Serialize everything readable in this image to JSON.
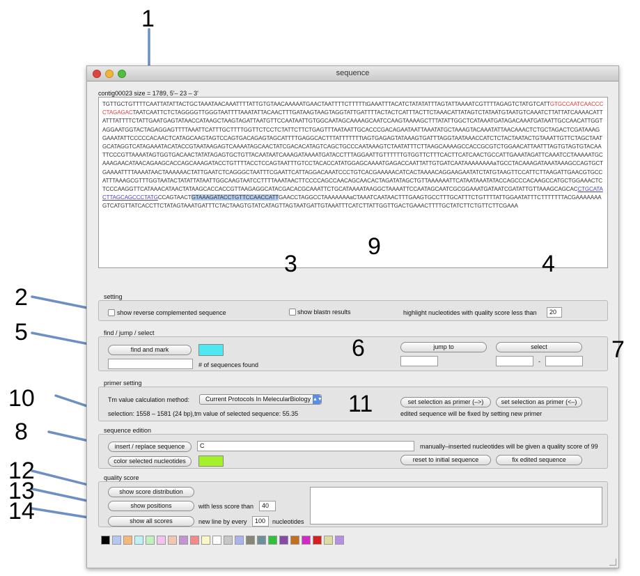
{
  "window": {
    "title": "sequence"
  },
  "header": {
    "contig_info": "contig00023 size = 1789, 5'– 23 – 3'"
  },
  "sequence": {
    "part1": "TGTTGCTGTTTTCAATTATATTACTGCTAAATAACAAATTTTATTGTGTAACAAAAATGAACTAATTTTCTTTTTtGAAATTTACATCTATATATTTAGTATTAAAATCGTTTTAGAGTCTATGTCATT",
    "red": "GTGCCAATCAACCCCTAGAGAC",
    "part2": "TAATCAATTCTCTAGGGGTTGGGTAATTTTAAATATTACAACTTTGATAAGTAAGTAGGTATTGATTTTACTACTCATTTACTTCTAAACATTATAGTCTATAATGTAATGTCAAATCTTATTATCAAAACATTATTTATTTTCTATTGAATGAGTATAACCATAAGCTAAGTAGATTAATGTTCCAATAATTGTGGCAATAGCAAAAGCAATCCAAGTAAAAGCTTTATATTGGCTCATAAATGATAGACAAATGATAATTGCCAACATTGGTAGGAATGGTACTAGAGGAGTTTTAAATTCATTTGCTTTTGGTTCTCCTCTATTCTTCTGAGTTTAATAATTGCACCCGACAGAATAATTAAATATGCTAAAGTACAAATATTAACAAACTCTGCTAGACTCGATAAAGGAAATATTCCCCCACAACTCATAGCAAGTAGTCCAGTGACAGAGTAGCATTTTGAGGCACTTTATTTTTTTtAGTGAGAGTATAAAGTGATTTAGGTAATAAACCATCTCTACTAATACTGTAAATTGTTCTAGCTAATGCATAGGTCATAGAAATACATACCGTAATAAGAGTCAAAATAGCAACTATCGACACATAGTCAGCTGCCCAATAAAGTCTAATATTTCTTAAGCAAAAGCCACCGCGTCTGGAACATTAATTTAGTGTAGTGTACAATTCCCGTTAAAATAGTGGTGACAACTATATAGAGTGCTGTTACAATAATCAAAGATAAAATGATACCTTTAGGAATTGTTTTTTGTGGTTCTTTCACTTCATCAACTGCCATTGAAATAGATTCAAATCCTAAAAATGCAAAGAACATAACAGAAGCACCAGCAAAGATACCTGTTTTACCTCCAGTAATTTGTCCTACACCATATGGAGCAAAATGAGACCAATTATTGTGATCAATAAAAAAAAaTGCCTACAAAGATAAATAAAGCCAGTGCTGAAAATTTTAAAATAACTAAAAAACTATTGAATCTCAGGGCTAATTTCGAATTCATTAGGACAAATCCCTGTCACGAAAAACATCACTAAAACAGGAAGAATATCTATGTAAGTTCCATTCTTAAGATTGAACGTGCCATTTAAAGCGTTTGGTAATACTATATTATAATTGGCAAGTAATCCTTTTAAATAACTTCCCCAGCCAACAGCAACACTAGATATAGCTGTTAAAAAATTCATAATAAATATACCAGCCCACAAGCCATGCTGGAAACTCTCCCAAGGTTCATAAACATAACTATAAGCACCACCGTTAAGAGGCATACGACACGCAAATTCTGCATAAAATAAGGCTAAAATTCCAATAGCAATCGCGGAAATGATAATCGATATTGTTAAAGCAGCAC",
    "underlined": "CTGCATACTTAGCAGCCCTATG",
    "mid": "CCAGTAACT",
    "highlighted": "GTAAAGATACCTGTTCCAACCATT",
    "part3": "GAACCTAGGCCTAAAAAAAaCTAAATCAATAACTTTGAAGTGCCTTTGCATTTCTGTTTTATTGGAATATTTCTTTTTTTACGAAAAAAAGTCATGTTATCACCTTCTATAGTAAATGATTTCTACTAAGTGTATCATAGTTAGTAATGATTGTAAATTTCATCTTATTGGTTGACTGAAACTTTTGCTATCTTCTGTTCTTCGAAA"
  },
  "setting": {
    "group_label": "setting",
    "reverse_label": "show reverse complemented sequence",
    "blastn_label": "show blastn results",
    "quality_label": "highlight nucleotides with quality score less than",
    "quality_value": "20"
  },
  "find": {
    "group_label": "find / jump / select",
    "find_button": "find and mark",
    "found_label": "# of sequences found",
    "jump_button": "jump to",
    "select_button": "select",
    "dash": "-",
    "mark_color": "#4de8f0"
  },
  "primer": {
    "group_label": "primer setting",
    "tm_label": "Tm value calculation method:",
    "tm_method": "Current Protocols In MelecularBiology",
    "selection_info": "selection: 1558 – 1581 (24 bp),tm value of selected sequence: 55.35",
    "set_fwd_button": "set selection as primer (–>)",
    "set_rev_button": "set selection as primer (<–)",
    "note": "edited sequence will be fixed by setting new primer"
  },
  "edition": {
    "group_label": "sequence edition",
    "insert_button": "insert / replace sequence",
    "insert_value": "C",
    "quality_note": "manually–inserted nucleotides will be given a quality score of 99",
    "color_button": "color selected nucleotides",
    "color_swatch": "#a4f029",
    "reset_button": "reset to initial sequence",
    "fix_button": "fix edited sequence"
  },
  "quality": {
    "group_label": "quality score",
    "distribution_button": "show score distribution",
    "positions_button": "show positions",
    "less_label": "with less score than",
    "less_value": "40",
    "all_button": "show all scores",
    "newline_label": "new line by every",
    "newline_value": "100",
    "nucleotides_label": "nucleotides"
  },
  "palette": [
    "#000000",
    "#b7c7f3",
    "#f5b87a",
    "#bff0f3",
    "#bff3b9",
    "#f5c1ee",
    "#f2c7b0",
    "#c593d1",
    "#f28a8a",
    "#fbf7c7",
    "#ffffff",
    "#c7c7c7",
    "#a9b3f0",
    "#8a8676",
    "#6f8f99",
    "#2ec13a",
    "#884aa8",
    "#c26f1f",
    "#d128c7",
    "#d61f1f",
    "#dedba0",
    "#b58fe6"
  ],
  "callouts": [
    "1",
    "2",
    "3",
    "4",
    "5",
    "6",
    "7",
    "8",
    "9",
    "10",
    "11",
    "12",
    "13",
    "14"
  ]
}
